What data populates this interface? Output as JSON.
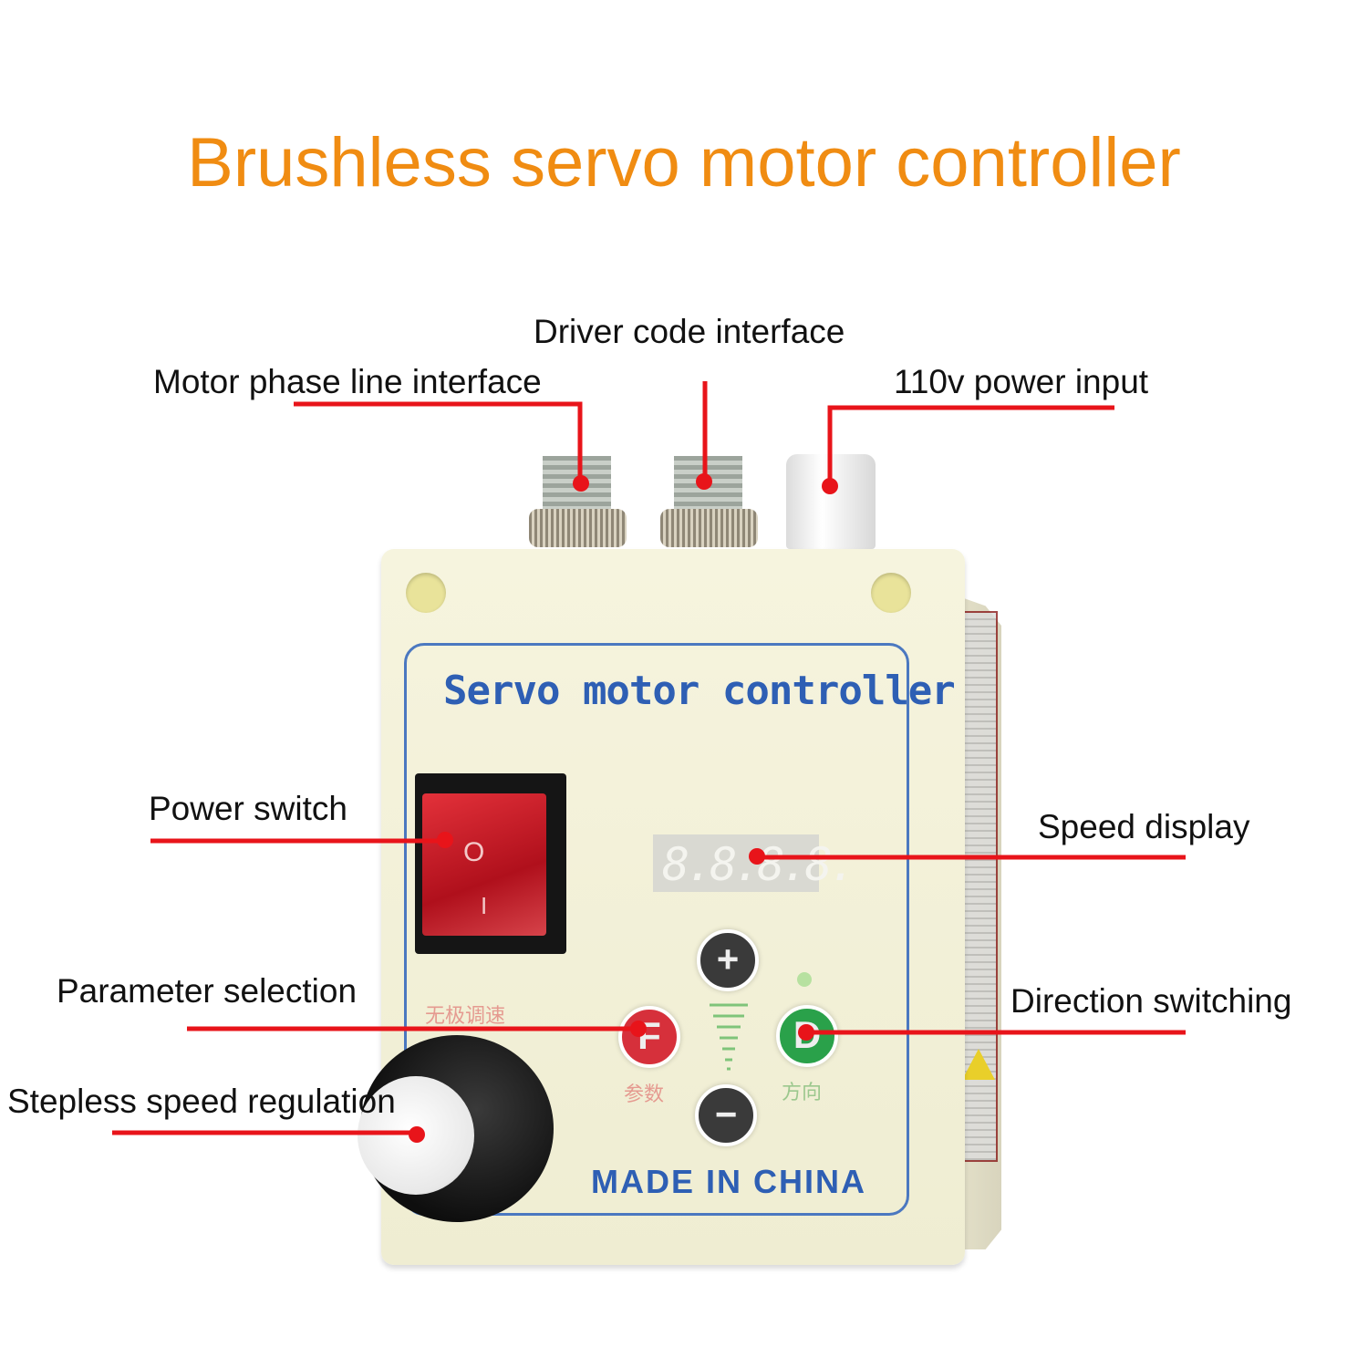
{
  "title": "Brushless servo motor controller",
  "colors": {
    "title": "#f08c12",
    "callout_line": "#e8141a",
    "panel_text": "#2e5fb4"
  },
  "callouts": {
    "motor_phase": "Motor phase line interface",
    "driver_code": "Driver code interface",
    "power_input": "110v power input",
    "power_switch": "Power switch",
    "speed_display": "Speed display",
    "parameter_selection": "Parameter selection",
    "direction_switching": "Direction switching",
    "stepless_speed": "Stepless speed regulation"
  },
  "device": {
    "panel_title": "Servo motor controller",
    "display_value": "8.8.8.8.",
    "plus_label": "+",
    "minus_label": "−",
    "f_label": "F",
    "d_label": "D",
    "switch_off_symbol": "O",
    "switch_on_symbol": "I",
    "cn_stepless": "无极调速",
    "cn_parameter": "参数",
    "cn_direction": "方向",
    "made_in": "MADE IN CHINA"
  }
}
